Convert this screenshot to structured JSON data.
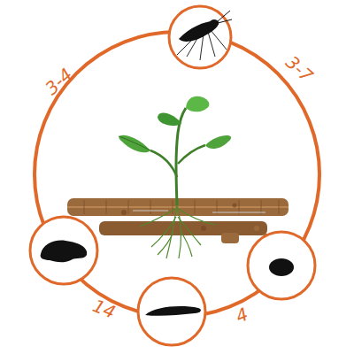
{
  "diagram": {
    "labels": [
      "3-4",
      "3-7",
      "14",
      "4"
    ]
  }
}
